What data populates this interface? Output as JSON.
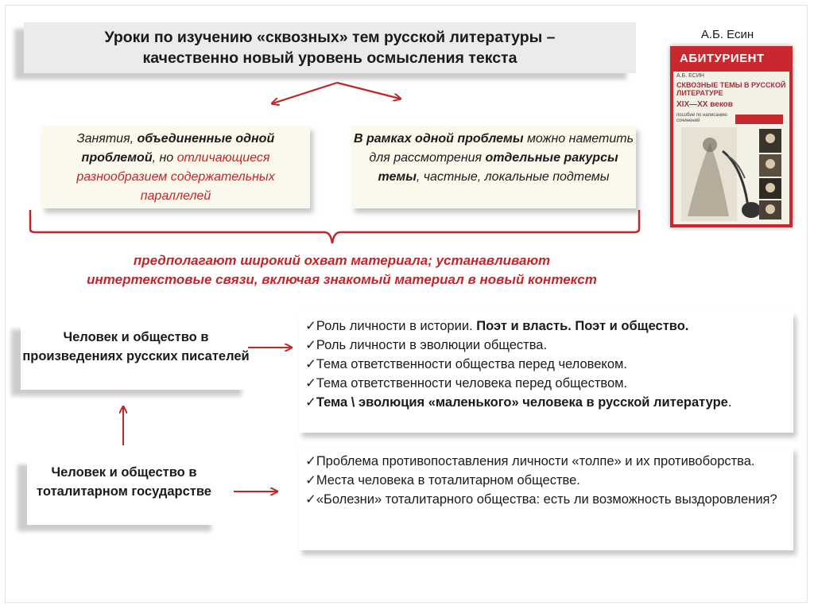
{
  "title": {
    "line1": "Уроки по изучению «сквозных» тем русской литературы –",
    "line2": "качественно новый уровень осмысления текста"
  },
  "book": {
    "author_caption": "А.Б. Есин",
    "brand": "АБИТУРИЕНТ",
    "cover_author": "А.Б. ЕСИН",
    "cover_title": "СКВОЗНЫЕ ТЕМЫ В РУССКОЙ ЛИТЕРАТУРЕ",
    "cover_centuries": "XIX—XX веков",
    "cover_note": "пособие по написанию сочинений"
  },
  "box_a": {
    "p1": "Занятия, ",
    "p2": "объединенные одной проблемой",
    "p3": ", но ",
    "p4": "отличающиеся разнообразием содержательных параллелей"
  },
  "box_b": {
    "p1": "В рамках одной проблемы",
    "p2": " можно наметить для рассмотрения ",
    "p3": "отдельные ракурсы темы",
    "p4": ", частные, локальные подтемы"
  },
  "implies": {
    "line1": "предполагают широкий охват материала; устанавливают",
    "line2": "интертекстовые связи, включая знакомый материал в новый контекст"
  },
  "left_boxes": {
    "first": "Человек и общество в произведениях русских писателей",
    "second": "Человек и общество в тоталитарном государстве"
  },
  "list_1": {
    "i1a": "✓Роль личности в истории. ",
    "i1b": "Поэт и власть. Поэт и общество.",
    "i2": "✓Роль личности в эволюции общества.",
    "i3": "✓Тема ответственности общества перед человеком.",
    "i4": "✓Тема ответственности человека перед обществом.",
    "i5a": "✓Тема \\ эволюция «маленького» человека в русской литературе",
    "i5b": "."
  },
  "list_2": {
    "i1": "✓Проблема противопоставления личности «толпе» и их противоборства.",
    "i2": "✓Места человека в тоталитарном обществе.",
    "i3": "✓«Болезни» тоталитарного общества: есть ли возможность выздоровления?"
  },
  "colors": {
    "accent_red": "#c0272d",
    "box_grey": "#ebebeb",
    "box_cream": "#fbf8ec"
  }
}
